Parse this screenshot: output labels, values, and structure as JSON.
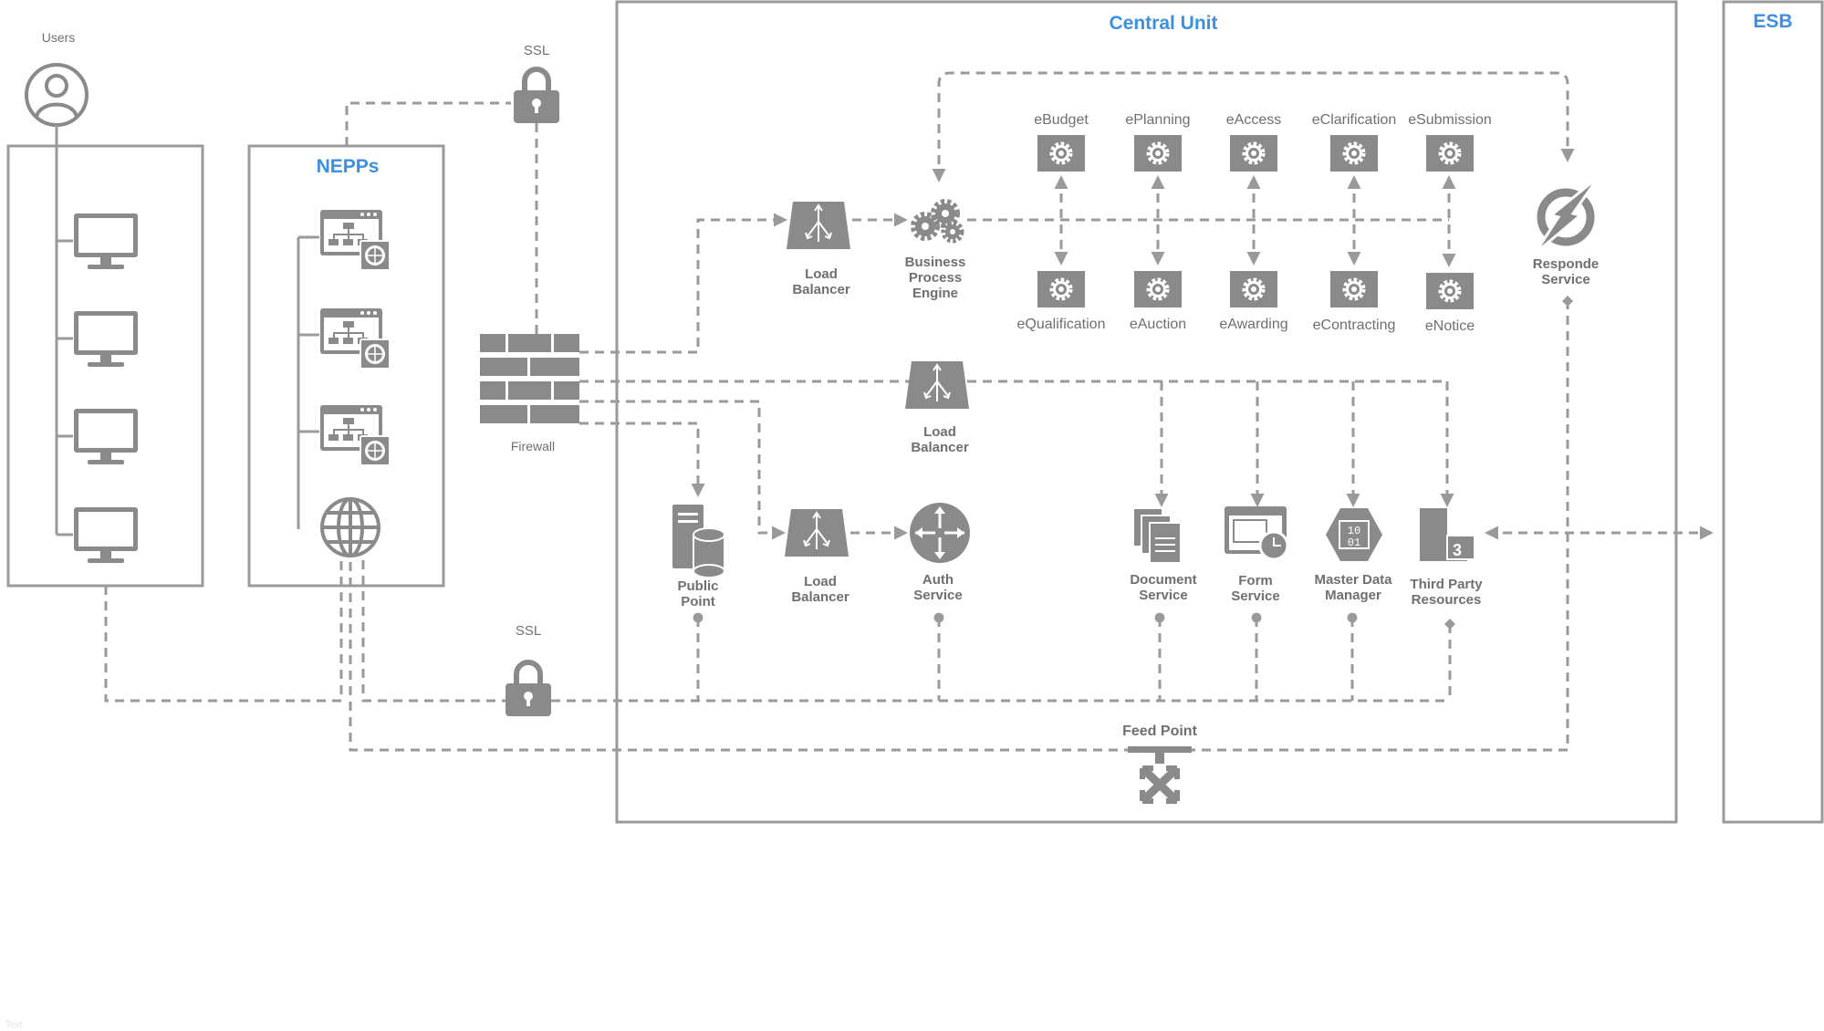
{
  "colors": {
    "accent": "#3d8fe0",
    "icon_gray": "#8a8a8a",
    "line_gray": "#9a9a9a",
    "text_gray": "#6f6f6f"
  },
  "users": {
    "label": "Users"
  },
  "nepps": {
    "title": "NEPPs"
  },
  "ssl_top": {
    "label": "SSL"
  },
  "ssl_bottom": {
    "label": "SSL"
  },
  "firewall": {
    "label": "Firewall"
  },
  "central_unit": {
    "title": "Central Unit"
  },
  "esb": {
    "title": "ESB"
  },
  "load_balancer_top": {
    "line1": "Load",
    "line2": "Balancer"
  },
  "load_balancer_mid": {
    "line1": "Load",
    "line2": "Balancer"
  },
  "load_balancer_bottom": {
    "line1": "Load",
    "line2": "Balancer"
  },
  "business_process_engine": {
    "line1": "Business",
    "line2": "Process",
    "line3": "Engine"
  },
  "modules_top": [
    "eBudget",
    "ePlanning",
    "eAccess",
    "eClarification",
    "eSubmission"
  ],
  "modules_bottom": [
    "eQualification",
    "eAuction",
    "eAwarding",
    "eContracting",
    "eNotice"
  ],
  "responde_service": {
    "line1": "Responde",
    "line2": "Service"
  },
  "public_point": {
    "line1": "Public",
    "line2": "Point"
  },
  "auth_service": {
    "line1": "Auth",
    "line2": "Service"
  },
  "document_service": {
    "line1": "Document",
    "line2": "Service"
  },
  "form_service": {
    "line1": "Form",
    "line2": "Service"
  },
  "master_data_manager": {
    "line1": "Master Data",
    "line2": "Manager",
    "icon_text1": "10",
    "icon_text2": "01"
  },
  "third_party_resources": {
    "line1": "Third Party",
    "line2": "Resources",
    "icon_text": "3"
  },
  "feed_point": {
    "label": "Feed Point"
  },
  "footer_mark": {
    "text": "Text"
  },
  "icons": [
    "user-icon",
    "monitor-icon",
    "web-sitemap-icon",
    "globe-icon",
    "lock-icon",
    "firewall-icon",
    "load-balancer-icon",
    "gears-icon",
    "gear-icon",
    "lightning-icon",
    "server-database-icon",
    "router-icon",
    "documents-icon",
    "form-clock-icon",
    "binary-hexagon-icon",
    "third-party-icon",
    "feed-connector-icon"
  ]
}
